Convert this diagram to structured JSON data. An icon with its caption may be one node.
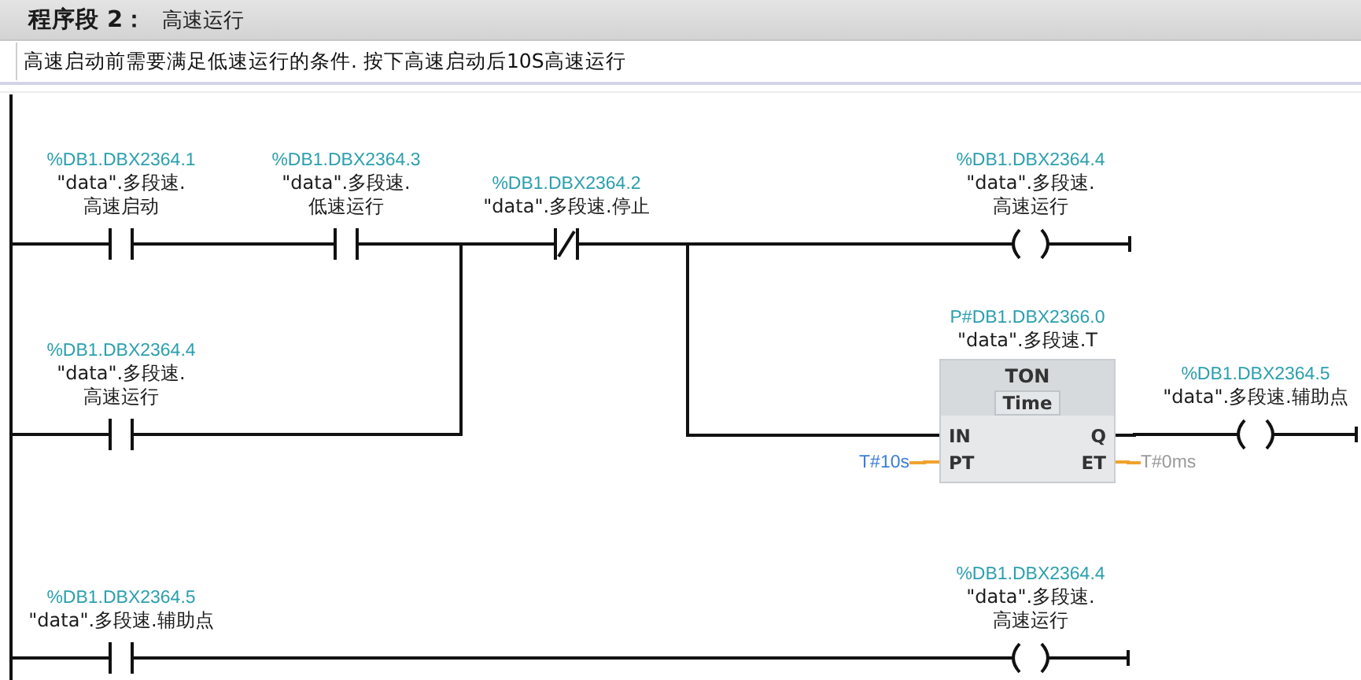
{
  "diagram": {
    "title": "程序段 2：",
    "nodes": [
      {
        "text": [],
        "shape": "bar"
      },
      {
        "text": [
          "%DB1.DBX2364.1",
          "\"data\".多段速.高速启动"
        ]
      },
      {
        "text": [
          "%DB1.DBX2364.3",
          "\"data\".多段速.低速运行"
        ]
      },
      {
        "text": [
          "%DB1.DBX2364.2",
          "\"data\".多段速.停止"
        ]
      },
      {
        "text": [
          "%DB1.DBX2364.4",
          "\"data\".多段速.高速运行"
        ]
      },
      {
        "text": [
          "%DB1.DBX2364.4",
          "\"data\".多段速.高速运行"
        ]
      },
      {
        "text": [
          "P#DB1.DBX2366.0",
          "\"data\".多段速.T",
          "TON",
          "Time",
          "IN",
          "Q",
          "PT",
          "ET"
        ]
      },
      {
        "text": [
          "%DB1.DBX2364.5",
          "\"data\".多段速.辅助点"
        ]
      },
      {
        "text": [
          "%DB1.DBX2364.5",
          "\"data\".多段速.辅助点"
        ]
      },
      {
        "text": [
          "%DB1.DBX2364.4",
          "\"data\".多段速.高速运行"
        ]
      },
      {
        "text": [
          "T#10s"
        ]
      },
      {
        "text": [
          "T#0ms"
        ]
      }
    ],
    "edges": [
      {
        "from": 0,
        "to": 1,
        "arrow": "none"
      },
      {
        "from": 1,
        "to": 2,
        "arrow": "none"
      },
      {
        "from": 2,
        "to": 3,
        "arrow": "none"
      },
      {
        "from": 3,
        "to": 4,
        "arrow": "none"
      },
      {
        "from": 0,
        "to": 5,
        "arrow": "none"
      },
      {
        "from": 5,
        "to": 3,
        "arrow": "none"
      },
      {
        "from": 3,
        "to": 6,
        "arrow": "none"
      },
      {
        "from": 6,
        "to": 7,
        "arrow": "none"
      },
      {
        "from": 0,
        "to": 8,
        "arrow": "none"
      },
      {
        "from": 8,
        "to": 9,
        "arrow": "none"
      },
      {
        "from": 10,
        "to": 6,
        "arrow": "none",
        "color": "#f0a22e"
      },
      {
        "from": 6,
        "to": 11,
        "arrow": "none",
        "color": "#f0a22e"
      }
    ],
    "labels": [
      "高速运行",
      "高速启动前需要满足低速运行的条件. 按下高速启动后10S高速运行"
    ]
  }
}
